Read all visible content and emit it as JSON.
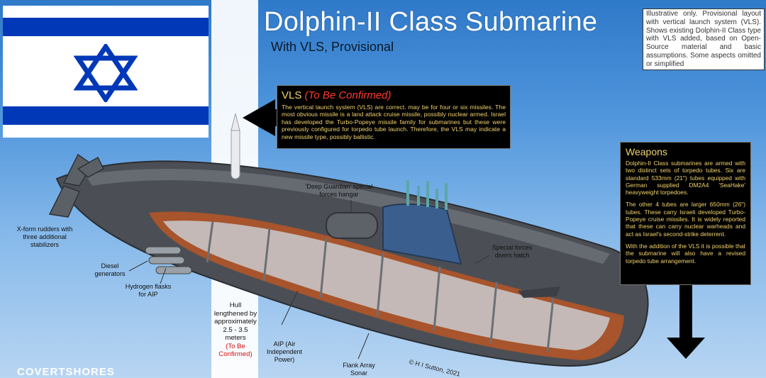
{
  "title": "Dolphin-II Class Submarine",
  "subtitle": "With VLS, Provisional",
  "disclaimer": "Illustrative only. Provisional layout with vertical launch system (VLS). Shows existing Dolphin-II Class type with VLS added, based on Open-Source material and basic assumptions. Some aspects omitted or simplified",
  "vls": {
    "heading": "VLS",
    "heading_note": "(To Be Confirmed)",
    "body": "The vertical launch system (VLS) are correct. may be for four or six missiles. The most obvious missile is a land attack cruise missile, possibly nuclear armed. Israel has developed the Turbo-Popeye missile family for submarines but these were previously configured for torpedo tube launch.  Therefore, the VLS may indicate a new missile type, possibly ballistic."
  },
  "weapons": {
    "heading": "Weapons",
    "paragraphs": [
      "Dolphin-II Class submarines are armed with two distinct sets of torpedo tubes. Six are standard 533mm (21\") tubes equipped with German supplied DM2A4 'SeaHake' heavyweight torpedoes.",
      "The other 4 tubes are larger 650mm (26\") tubes. These carry Israeli developed Turbo-Popeye cruise missiles. It is widely reported that these can carry nuclear warheads and act as Israel's second-strike deterrent.",
      "With the addition of the VLS it is possible that the submarine will also have a revised torpedo tube arrangement."
    ]
  },
  "labels": {
    "x_form": "X-form rudders with three additional stabilizers",
    "diesel": "Diesel generators",
    "hydrogen": "Hydrogen flasks for AIP",
    "hull_note": "Hull lengthened by approximately 2.5 - 3.5 meters",
    "hull_tbc": "(To Be Confirmed)",
    "aip": "AIP (Air Independent Power)",
    "flank": "Flank Array Sonar",
    "deep_guardian": "'Deep Guardian' special forces hangar",
    "divers": "Special forces divers hatch"
  },
  "credit": "© H I Sutton, 2021",
  "logo": "COVERTSHORES",
  "colors": {
    "flag_blue": "#0038b8",
    "callout_text": "#f2d36c",
    "tbc_red": "#ff3a2b",
    "hull_grey": "#4b4f55"
  },
  "icons": [
    "star-of-david-icon",
    "arrow-left-icon",
    "arrow-down-icon",
    "missile-icon"
  ]
}
